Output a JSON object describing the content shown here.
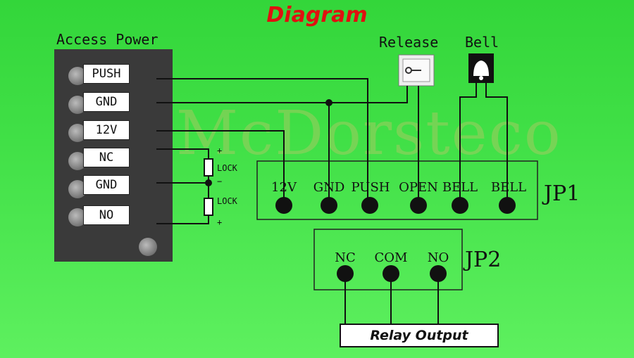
{
  "title": "Diagram",
  "watermark": "McDorsteco",
  "access_power": {
    "header": "Access Power",
    "terminals": [
      "PUSH",
      "GND",
      "12V",
      "NC",
      "GND",
      "NO"
    ]
  },
  "release": {
    "label": "Release"
  },
  "bell": {
    "label": "Bell"
  },
  "lock": {
    "label_top": "LOCK",
    "label_bottom": "LOCK",
    "plus": "+",
    "minus": "−"
  },
  "jp1": {
    "label": "JP1",
    "pins": [
      "12V",
      "GND",
      "PUSH",
      "OPEN",
      "BELL",
      "BELL"
    ]
  },
  "jp2": {
    "label": "JP2",
    "pins": [
      "NC",
      "COM",
      "NO"
    ]
  },
  "relay": {
    "label": "Relay Output"
  }
}
